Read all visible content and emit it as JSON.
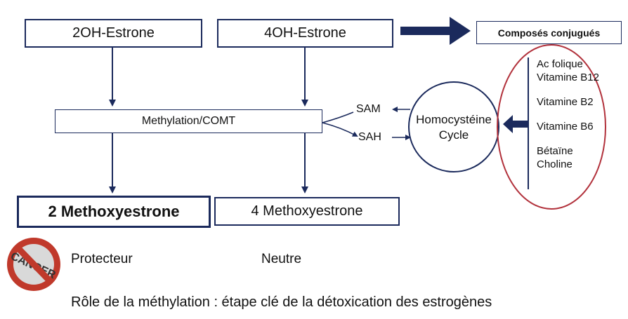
{
  "top_boxes": {
    "left": "2OH-Estrone",
    "right": "4OH-Estrone"
  },
  "conjugates": "Composés conjugués",
  "methylation": "Methylation/COMT",
  "sam": "SAM",
  "sah": "SAH",
  "cycle": {
    "line1": "Homocystéine",
    "line2": "Cycle"
  },
  "nutrients": {
    "line1": "Ac folique",
    "line2": "Vitamine B12",
    "line3": "Vitamine B2",
    "line4": "Vitamine B6",
    "line5": "Bétaïne",
    "line6": "Choline"
  },
  "products": {
    "left": "2 Methoxyestrone",
    "right": "4 Methoxyestrone"
  },
  "cancer_logo_text": "CANCER",
  "roles": {
    "left": "Protecteur",
    "right": "Neutre"
  },
  "caption": "Rôle de la méthylation : étape clé de la détoxication des estrogènes",
  "colors": {
    "navy": "#1b2a5c",
    "ellipse": "#b2323c",
    "cancer_red": "#c0392b"
  }
}
